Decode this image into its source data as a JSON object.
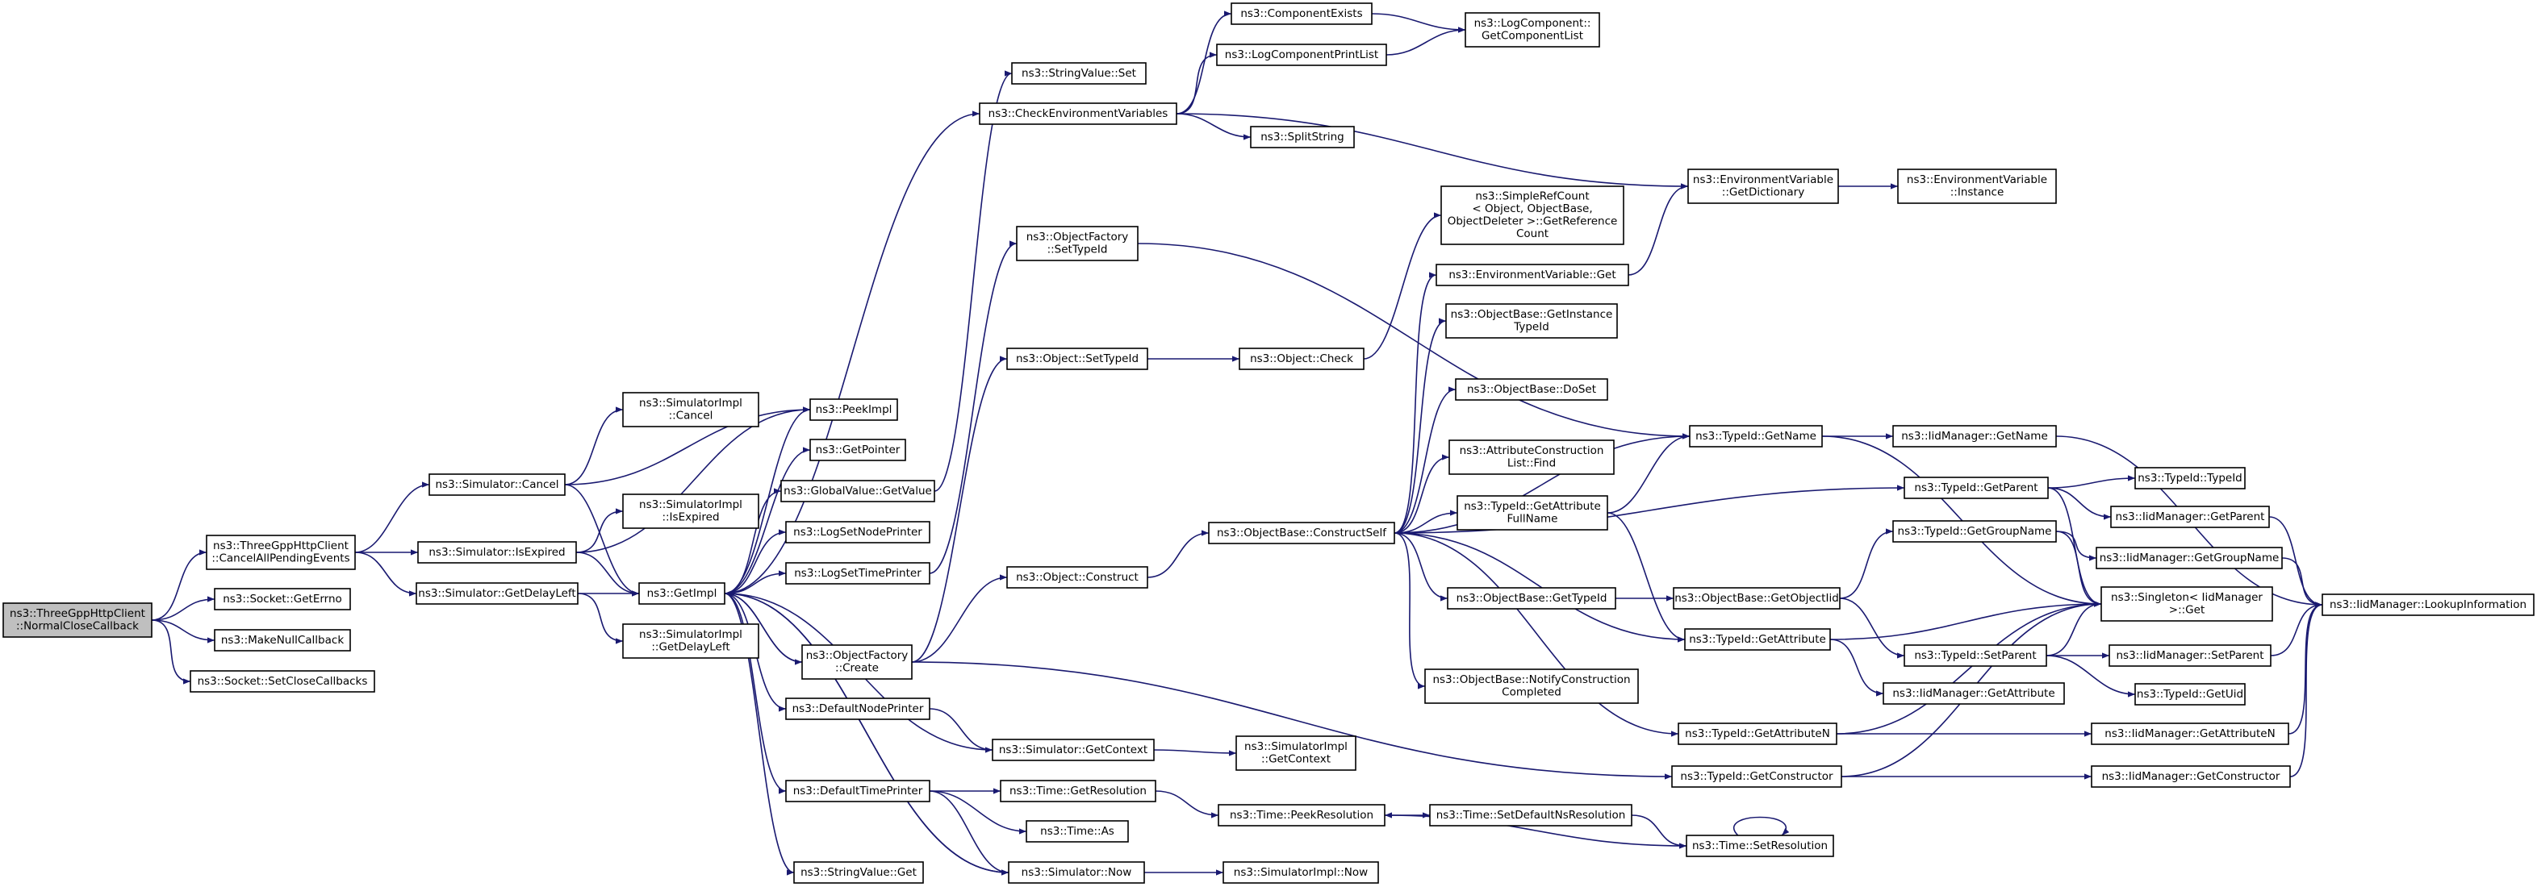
{
  "graph": {
    "nodes": [
      {
        "id": "root",
        "lines": [
          "ns3::ThreeGppHttpClient",
          "::NormalCloseCallback"
        ],
        "root": true
      },
      {
        "id": "cancelAll",
        "lines": [
          "ns3::ThreeGppHttpClient",
          "::CancelAllPendingEvents"
        ]
      },
      {
        "id": "sockGetErrno",
        "lines": [
          "ns3::Socket::GetErrno"
        ]
      },
      {
        "id": "makeNull",
        "lines": [
          "ns3::MakeNullCallback"
        ]
      },
      {
        "id": "setClose",
        "lines": [
          "ns3::Socket::SetCloseCallbacks"
        ]
      },
      {
        "id": "simCancel",
        "lines": [
          "ns3::Simulator::Cancel"
        ]
      },
      {
        "id": "simIsExpired",
        "lines": [
          "ns3::Simulator::IsExpired"
        ]
      },
      {
        "id": "simGetDelayLeft",
        "lines": [
          "ns3::Simulator::GetDelayLeft"
        ]
      },
      {
        "id": "implCancel",
        "lines": [
          "ns3::SimulatorImpl",
          "::Cancel"
        ]
      },
      {
        "id": "implIsExpired",
        "lines": [
          "ns3::SimulatorImpl",
          "::IsExpired"
        ]
      },
      {
        "id": "implGetDelayLeft",
        "lines": [
          "ns3::SimulatorImpl",
          "::GetDelayLeft"
        ]
      },
      {
        "id": "getImpl",
        "lines": [
          "ns3::GetImpl"
        ]
      },
      {
        "id": "peekImpl",
        "lines": [
          "ns3::PeekImpl"
        ]
      },
      {
        "id": "getPointer",
        "lines": [
          "ns3::GetPointer"
        ]
      },
      {
        "id": "gvGetValue",
        "lines": [
          "ns3::GlobalValue::GetValue"
        ]
      },
      {
        "id": "logSetNode",
        "lines": [
          "ns3::LogSetNodePrinter"
        ]
      },
      {
        "id": "logSetTime",
        "lines": [
          "ns3::LogSetTimePrinter"
        ]
      },
      {
        "id": "ofCreate",
        "lines": [
          "ns3::ObjectFactory",
          "::Create"
        ]
      },
      {
        "id": "defNode",
        "lines": [
          "ns3::DefaultNodePrinter"
        ]
      },
      {
        "id": "defTime",
        "lines": [
          "ns3::DefaultTimePrinter"
        ]
      },
      {
        "id": "svGet",
        "lines": [
          "ns3::StringValue::Get"
        ]
      },
      {
        "id": "svSet",
        "lines": [
          "ns3::StringValue::Set"
        ]
      },
      {
        "id": "checkEnv",
        "lines": [
          "ns3::CheckEnvironmentVariables"
        ]
      },
      {
        "id": "ofSetTypeId",
        "lines": [
          "ns3::ObjectFactory",
          "::SetTypeId"
        ]
      },
      {
        "id": "objSetTypeId",
        "lines": [
          "ns3::Object::SetTypeId"
        ]
      },
      {
        "id": "objConstruct",
        "lines": [
          "ns3::Object::Construct"
        ]
      },
      {
        "id": "simGetContext",
        "lines": [
          "ns3::Simulator::GetContext"
        ]
      },
      {
        "id": "timeGetRes",
        "lines": [
          "ns3::Time::GetResolution"
        ]
      },
      {
        "id": "timeAs",
        "lines": [
          "ns3::Time::As"
        ]
      },
      {
        "id": "simNow",
        "lines": [
          "ns3::Simulator::Now"
        ]
      },
      {
        "id": "compExists",
        "lines": [
          "ns3::ComponentExists"
        ]
      },
      {
        "id": "logCompPrint",
        "lines": [
          "ns3::LogComponentPrintList"
        ]
      },
      {
        "id": "splitString",
        "lines": [
          "ns3::SplitString"
        ]
      },
      {
        "id": "objCheck",
        "lines": [
          "ns3::Object::Check"
        ]
      },
      {
        "id": "obConstructSelf",
        "lines": [
          "ns3::ObjectBase::ConstructSelf"
        ]
      },
      {
        "id": "implGetContext",
        "lines": [
          "ns3::SimulatorImpl",
          "::GetContext"
        ]
      },
      {
        "id": "timePeekRes",
        "lines": [
          "ns3::Time::PeekResolution"
        ]
      },
      {
        "id": "implNow",
        "lines": [
          "ns3::SimulatorImpl::Now"
        ]
      },
      {
        "id": "logCompGetList",
        "lines": [
          "ns3::LogComponent::",
          "GetComponentList"
        ]
      },
      {
        "id": "simpleRef",
        "lines": [
          "ns3::SimpleRefCount",
          "< Object, ObjectBase,",
          "ObjectDeleter >::GetReference",
          "Count"
        ]
      },
      {
        "id": "envGet",
        "lines": [
          "ns3::EnvironmentVariable::Get"
        ]
      },
      {
        "id": "obGetInstance",
        "lines": [
          "ns3::ObjectBase::GetInstance",
          "TypeId"
        ]
      },
      {
        "id": "obDoSet",
        "lines": [
          "ns3::ObjectBase::DoSet"
        ]
      },
      {
        "id": "attrFind",
        "lines": [
          "ns3::AttributeConstruction",
          "List::Find"
        ]
      },
      {
        "id": "tidGetAttrFull",
        "lines": [
          "ns3::TypeId::GetAttribute",
          "FullName"
        ]
      },
      {
        "id": "obGetTypeId",
        "lines": [
          "ns3::ObjectBase::GetTypeId"
        ]
      },
      {
        "id": "obNotify",
        "lines": [
          "ns3::ObjectBase::NotifyConstruction",
          "Completed"
        ]
      },
      {
        "id": "timeSetDefault",
        "lines": [
          "ns3::Time::SetDefaultNsResolution"
        ]
      },
      {
        "id": "envGetDict",
        "lines": [
          "ns3::EnvironmentVariable",
          "::GetDictionary"
        ]
      },
      {
        "id": "tidGetName",
        "lines": [
          "ns3::TypeId::GetName"
        ]
      },
      {
        "id": "obGetObjectIid",
        "lines": [
          "ns3::ObjectBase::GetObjectIid"
        ]
      },
      {
        "id": "tidGetAttribute",
        "lines": [
          "ns3::TypeId::GetAttribute"
        ]
      },
      {
        "id": "tidGetAttributeN",
        "lines": [
          "ns3::TypeId::GetAttributeN"
        ]
      },
      {
        "id": "tidGetConstructor",
        "lines": [
          "ns3::TypeId::GetConstructor"
        ]
      },
      {
        "id": "timeSetRes",
        "lines": [
          "ns3::Time::SetResolution"
        ]
      },
      {
        "id": "envInstance",
        "lines": [
          "ns3::EnvironmentVariable",
          "::Instance"
        ]
      },
      {
        "id": "iidGetName",
        "lines": [
          "ns3::IidManager::GetName"
        ]
      },
      {
        "id": "tidGetParent",
        "lines": [
          "ns3::TypeId::GetParent"
        ]
      },
      {
        "id": "tidGetGroupName",
        "lines": [
          "ns3::TypeId::GetGroupName"
        ]
      },
      {
        "id": "singletonGet",
        "lines": [
          "ns3::Singleton< IidManager",
          ">::Get"
        ]
      },
      {
        "id": "tidSetParent",
        "lines": [
          "ns3::TypeId::SetParent"
        ]
      },
      {
        "id": "iidGetAttribute",
        "lines": [
          "ns3::IidManager::GetAttribute"
        ]
      },
      {
        "id": "tidTypeId",
        "lines": [
          "ns3::TypeId::TypeId"
        ]
      },
      {
        "id": "iidGetParent",
        "lines": [
          "ns3::IidManager::GetParent"
        ]
      },
      {
        "id": "iidGetGroupName",
        "lines": [
          "ns3::IidManager::GetGroupName"
        ]
      },
      {
        "id": "iidSetParent",
        "lines": [
          "ns3::IidManager::SetParent"
        ]
      },
      {
        "id": "tidGetUid",
        "lines": [
          "ns3::TypeId::GetUid"
        ]
      },
      {
        "id": "iidGetAttributeN",
        "lines": [
          "ns3::IidManager::GetAttributeN"
        ]
      },
      {
        "id": "iidGetConstructor",
        "lines": [
          "ns3::IidManager::GetConstructor"
        ]
      },
      {
        "id": "iidLookup",
        "lines": [
          "ns3::IidManager::LookupInformation"
        ]
      }
    ],
    "edges": [
      [
        "root",
        "cancelAll"
      ],
      [
        "root",
        "sockGetErrno"
      ],
      [
        "root",
        "makeNull"
      ],
      [
        "root",
        "setClose"
      ],
      [
        "cancelAll",
        "simCancel"
      ],
      [
        "cancelAll",
        "simIsExpired"
      ],
      [
        "cancelAll",
        "simGetDelayLeft"
      ],
      [
        "simCancel",
        "getImpl"
      ],
      [
        "simCancel",
        "implCancel"
      ],
      [
        "simCancel",
        "peekImpl"
      ],
      [
        "simIsExpired",
        "getImpl"
      ],
      [
        "simIsExpired",
        "implIsExpired"
      ],
      [
        "simIsExpired",
        "peekImpl"
      ],
      [
        "simGetDelayLeft",
        "getImpl"
      ],
      [
        "simGetDelayLeft",
        "implGetDelayLeft"
      ],
      [
        "getImpl",
        "peekImpl"
      ],
      [
        "getImpl",
        "getPointer"
      ],
      [
        "getImpl",
        "gvGetValue"
      ],
      [
        "getImpl",
        "logSetNode"
      ],
      [
        "getImpl",
        "logSetTime"
      ],
      [
        "getImpl",
        "ofCreate"
      ],
      [
        "getImpl",
        "defNode"
      ],
      [
        "getImpl",
        "defTime"
      ],
      [
        "getImpl",
        "svGet"
      ],
      [
        "getImpl",
        "simNow"
      ],
      [
        "getImpl",
        "checkEnv"
      ],
      [
        "gvGetValue",
        "svSet"
      ],
      [
        "logSetTime",
        "ofSetTypeId"
      ],
      [
        "ofCreate",
        "objSetTypeId"
      ],
      [
        "ofCreate",
        "objConstruct"
      ],
      [
        "ofCreate",
        "tidGetConstructor"
      ],
      [
        "ofCreate",
        "getImpl"
      ],
      [
        "defNode",
        "simGetContext"
      ],
      [
        "simGetContext",
        "getImpl"
      ],
      [
        "simGetContext",
        "implGetContext"
      ],
      [
        "defTime",
        "timeGetRes"
      ],
      [
        "defTime",
        "timeAs"
      ],
      [
        "defTime",
        "simNow"
      ],
      [
        "simNow",
        "getImpl"
      ],
      [
        "simNow",
        "implNow"
      ],
      [
        "timeGetRes",
        "timePeekRes"
      ],
      [
        "checkEnv",
        "compExists"
      ],
      [
        "checkEnv",
        "logCompPrint"
      ],
      [
        "checkEnv",
        "splitString"
      ],
      [
        "checkEnv",
        "envGetDict"
      ],
      [
        "compExists",
        "logCompGetList"
      ],
      [
        "logCompPrint",
        "logCompGetList"
      ],
      [
        "ofSetTypeId",
        "tidGetName"
      ],
      [
        "objSetTypeId",
        "objCheck"
      ],
      [
        "objCheck",
        "simpleRef"
      ],
      [
        "objConstruct",
        "obConstructSelf"
      ],
      [
        "obConstructSelf",
        "envGet"
      ],
      [
        "obConstructSelf",
        "obGetInstance"
      ],
      [
        "obConstructSelf",
        "obDoSet"
      ],
      [
        "obConstructSelf",
        "attrFind"
      ],
      [
        "obConstructSelf",
        "tidGetAttrFull"
      ],
      [
        "obConstructSelf",
        "obGetTypeId"
      ],
      [
        "obConstructSelf",
        "obNotify"
      ],
      [
        "obConstructSelf",
        "tidGetName"
      ],
      [
        "obConstructSelf",
        "tidGetParent"
      ],
      [
        "obConstructSelf",
        "tidGetAttribute"
      ],
      [
        "obConstructSelf",
        "tidGetAttributeN"
      ],
      [
        "envGet",
        "envGetDict"
      ],
      [
        "envGetDict",
        "envInstance"
      ],
      [
        "tidGetAttrFull",
        "tidGetName"
      ],
      [
        "tidGetAttrFull",
        "tidGetAttribute"
      ],
      [
        "obGetTypeId",
        "obGetObjectIid"
      ],
      [
        "obGetObjectIid",
        "tidGetGroupName"
      ],
      [
        "obGetObjectIid",
        "tidSetParent"
      ],
      [
        "tidGetName",
        "iidGetName"
      ],
      [
        "tidGetName",
        "singletonGet"
      ],
      [
        "tidGetParent",
        "tidTypeId"
      ],
      [
        "tidGetParent",
        "iidGetParent"
      ],
      [
        "tidGetParent",
        "singletonGet"
      ],
      [
        "tidGetGroupName",
        "iidGetGroupName"
      ],
      [
        "tidGetGroupName",
        "singletonGet"
      ],
      [
        "tidGetAttribute",
        "iidGetAttribute"
      ],
      [
        "tidGetAttribute",
        "singletonGet"
      ],
      [
        "tidSetParent",
        "iidSetParent"
      ],
      [
        "tidSetParent",
        "tidGetUid"
      ],
      [
        "tidSetParent",
        "singletonGet"
      ],
      [
        "tidGetAttributeN",
        "iidGetAttributeN"
      ],
      [
        "tidGetAttributeN",
        "singletonGet"
      ],
      [
        "tidGetConstructor",
        "iidGetConstructor"
      ],
      [
        "tidGetConstructor",
        "singletonGet"
      ],
      [
        "iidGetName",
        "iidLookup"
      ],
      [
        "iidGetParent",
        "iidLookup"
      ],
      [
        "iidGetGroupName",
        "iidLookup"
      ],
      [
        "iidSetParent",
        "iidLookup"
      ],
      [
        "iidGetAttributeN",
        "iidLookup"
      ],
      [
        "iidGetConstructor",
        "iidLookup"
      ],
      [
        "timePeekRes",
        "timeSetDefault"
      ],
      [
        "timeSetDefault",
        "timeSetRes"
      ],
      [
        "timeSetRes",
        "timePeekRes"
      ],
      [
        "timeSetRes",
        "timeSetRes"
      ]
    ]
  }
}
